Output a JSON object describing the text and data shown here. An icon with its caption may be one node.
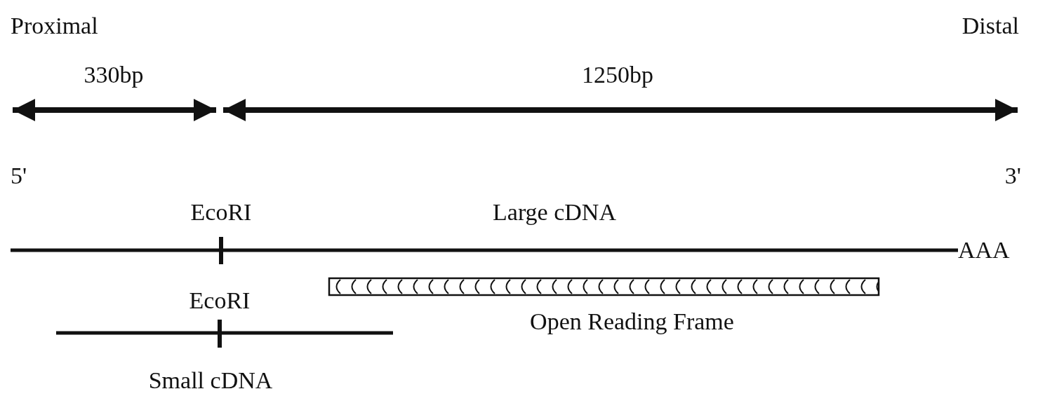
{
  "diagram": {
    "nodes": [
      {
        "text": [],
        "shape": "bar",
        "beside": [
          "Open Reading Frame"
        ]
      }
    ],
    "labels": [
      "Proximal",
      "Distal",
      "330bp",
      "1250bp",
      "5'",
      "3'",
      "EcoRI",
      "Large cDNA",
      "AAA",
      "EcoRI",
      "Small cDNA"
    ]
  }
}
